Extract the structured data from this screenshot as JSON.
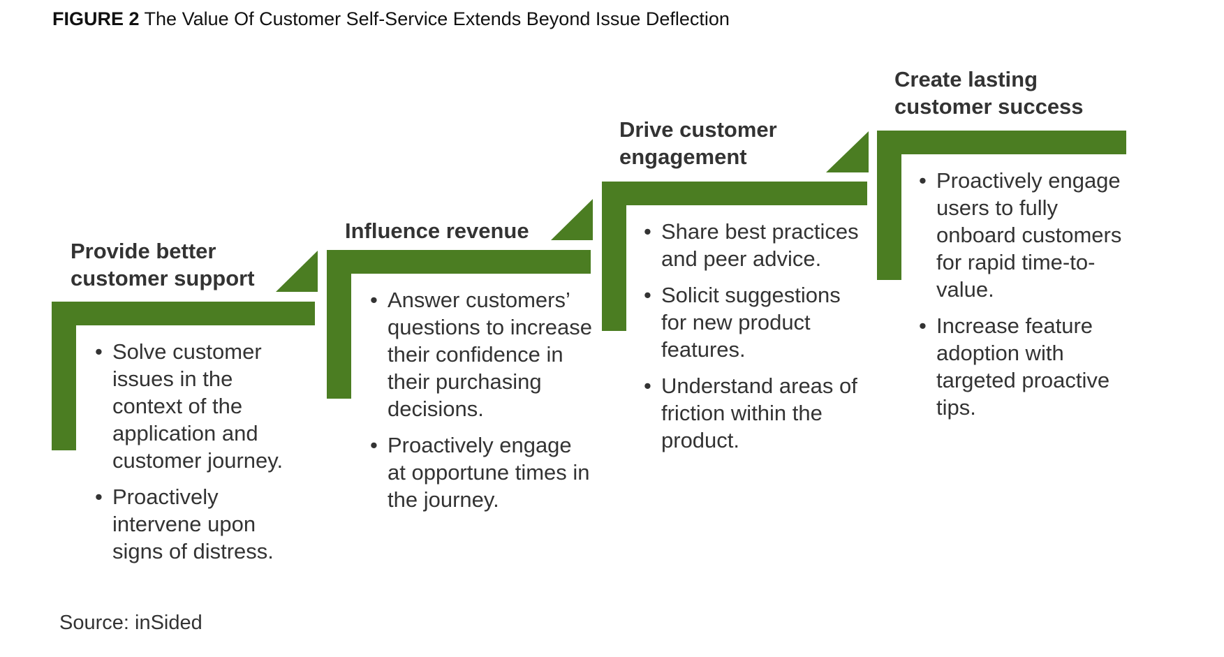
{
  "figure": {
    "label": "FIGURE 2",
    "title": "The Value Of Customer Self-Service Extends Beyond Issue Deflection"
  },
  "colors": {
    "step_green": "#4b7d22",
    "text": "#333333"
  },
  "steps": [
    {
      "title_line1": "Provide better",
      "title_line2": "customer support",
      "bullets": [
        "Solve customer issues in the context of the application and customer journey.",
        "Proactively intervene upon signs of distress."
      ]
    },
    {
      "title_line1": "Influence revenue",
      "title_line2": "",
      "bullets": [
        "Answer customers’ questions to increase their confidence in their purchasing decisions.",
        "Proactively engage at opportune times in the journey."
      ]
    },
    {
      "title_line1": "Drive customer",
      "title_line2": "engagement",
      "bullets": [
        "Share best practices and peer advice.",
        "Solicit suggestions for new product features.",
        "Understand areas of friction within the product."
      ]
    },
    {
      "title_line1": "Create lasting",
      "title_line2": "customer success",
      "bullets": [
        "Proactively engage users to fully onboard customers for rapid time-to-value.",
        "Increase feature adoption with targeted proactive tips."
      ]
    }
  ],
  "source": "Source: inSided"
}
